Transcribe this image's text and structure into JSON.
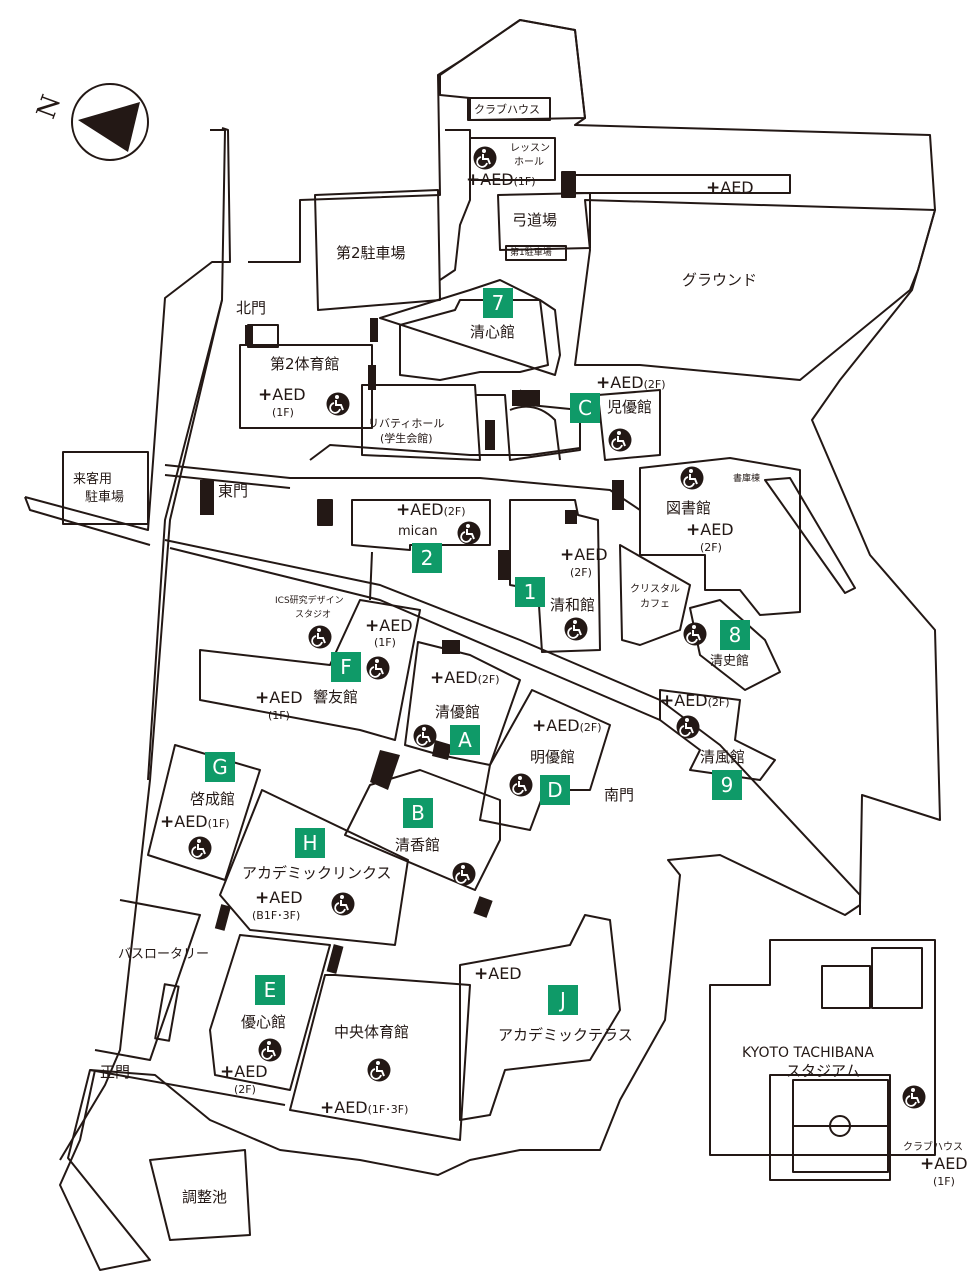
{
  "compass": {
    "north_label": "N"
  },
  "badges": {
    "b1": "1",
    "b2": "2",
    "b7": "7",
    "b8": "8",
    "b9": "9",
    "bA": "A",
    "bB": "B",
    "bC": "C",
    "bD": "D",
    "bE": "E",
    "bF": "F",
    "bG": "G",
    "bH": "H",
    "bJ": "J"
  },
  "labels": {
    "club_house_top": "クラブハウス",
    "lesson_hall_1": "レッスン",
    "lesson_hall_2": "ホール",
    "kyudojo": "弓道場",
    "parking1": "第1駐車場",
    "parking2": "第2駐車場",
    "ground": "グラウンド",
    "north_gate": "北門",
    "seishin": "清心館",
    "gym2": "第2体育館",
    "liberty_1": "リバティホール",
    "liberty_2": "(学生会館)",
    "jiyu": "児優館",
    "library": "図書館",
    "shoko": "書庫棟",
    "guest_parking_1": "来客用",
    "guest_parking_2": "駐車場",
    "east_gate": "東門",
    "mican": "mican",
    "seiwa": "清和館",
    "crystal_1": "クリスタル",
    "crystal_2": "カフェ",
    "ics_1": "ICS研究デザイン",
    "ics_2": "スタジオ",
    "seishi": "清史館",
    "kyoyu": "響友館",
    "seiyu": "清優館",
    "meiyu": "明優館",
    "seifu": "清風館",
    "south_gate": "南門",
    "keisei": "啓成館",
    "seiko": "清香館",
    "academic_links": "アカデミックリンクス",
    "bus_rotary": "バスロータリー",
    "yushin": "優心館",
    "central_gym": "中央体育館",
    "academic_terrace": "アカデミックテラス",
    "main_gate": "正門",
    "pond": "調整池",
    "stadium_1": "KYOTO TACHIBANA",
    "stadium_2": "スタジアム",
    "club_house_st": "クラブハウス"
  },
  "aed": {
    "text": "AED",
    "fl_1f": "(1F)",
    "fl_2f": "(2F)",
    "fl_b1f3f": "(B1F･3F)",
    "fl_1f3f": "(1F･3F)"
  }
}
